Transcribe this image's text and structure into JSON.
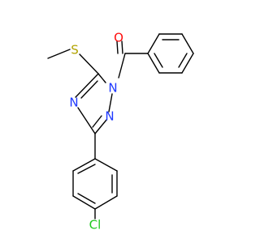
{
  "atoms": {
    "o": {
      "label": "O",
      "color": "#ff0d0d"
    },
    "s": {
      "label": "S",
      "color": "#b2a300"
    },
    "n1": {
      "label": "N",
      "color": "#1e38ff"
    },
    "n2": {
      "label": "N",
      "color": "#1e38ff"
    },
    "n3": {
      "label": "N",
      "color": "#1e38ff"
    },
    "cl": {
      "label": "Cl",
      "color": "#1fc81f"
    }
  },
  "bond_color": "#000000"
}
